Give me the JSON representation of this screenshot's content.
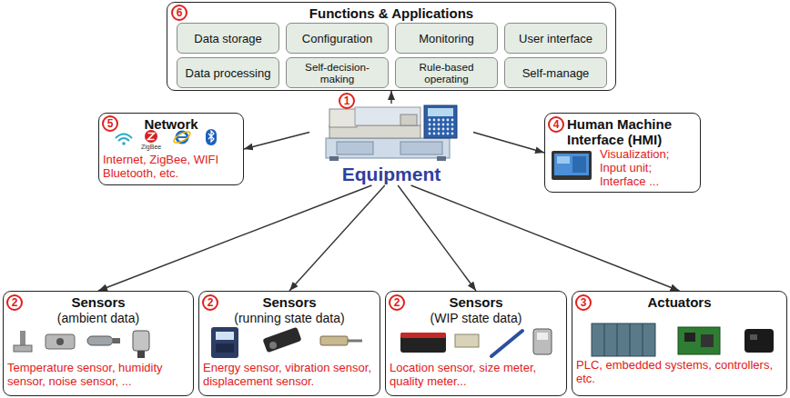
{
  "diagram": {
    "nodes": [
      {
        "text": [
          "Functions & Applications"
        ]
      },
      {
        "text": [
          "Data storage"
        ],
        "in": 0
      },
      {
        "text": [
          "Configuration"
        ],
        "in": 0
      },
      {
        "text": [
          "Monitoring"
        ],
        "in": 0
      },
      {
        "text": [
          "User interface"
        ],
        "in": 0
      },
      {
        "text": [
          "Data processing"
        ],
        "in": 0
      },
      {
        "text": [
          "Self-decision-making"
        ],
        "in": 0
      },
      {
        "text": [
          "Rule-based operating"
        ],
        "in": 0
      },
      {
        "text": [
          "Self-manage"
        ],
        "in": 0
      },
      {
        "text": [
          "Network",
          "Internet, ZigBee, WIFI Bluetooth, etc."
        ]
      },
      {
        "text": [
          "Equipment"
        ]
      },
      {
        "text": [
          "Human Machine Interface (HMI)",
          "Visualization; Input unit; Interface ..."
        ]
      },
      {
        "text": [
          "Sensors",
          "(ambient data)",
          "Temperature sensor, humidity sensor, noise sensor, ..."
        ]
      },
      {
        "text": [
          "Sensors",
          "(running state data)",
          "Energy sensor, vibration sensor, displacement sensor."
        ]
      },
      {
        "text": [
          "Sensors",
          "(WIP state data)",
          "Location sensor, size meter, quality meter..."
        ]
      },
      {
        "text": [
          "Actuators",
          "PLC, embedded systems, controllers, etc."
        ]
      }
    ],
    "edges": [
      {
        "from": 10,
        "to": 0,
        "arrow": "to"
      },
      {
        "from": 10,
        "to": 9,
        "arrow": "to"
      },
      {
        "from": 10,
        "to": 11,
        "arrow": "to"
      },
      {
        "from": 10,
        "to": 12,
        "arrow": "to"
      },
      {
        "from": 10,
        "to": 13,
        "arrow": "to"
      },
      {
        "from": 10,
        "to": 14,
        "arrow": "to"
      },
      {
        "from": 10,
        "to": 15,
        "arrow": "to"
      }
    ],
    "labels": [
      "6",
      "5",
      "ZigBee",
      "1",
      "4",
      "2",
      "2",
      "2",
      "3"
    ]
  }
}
